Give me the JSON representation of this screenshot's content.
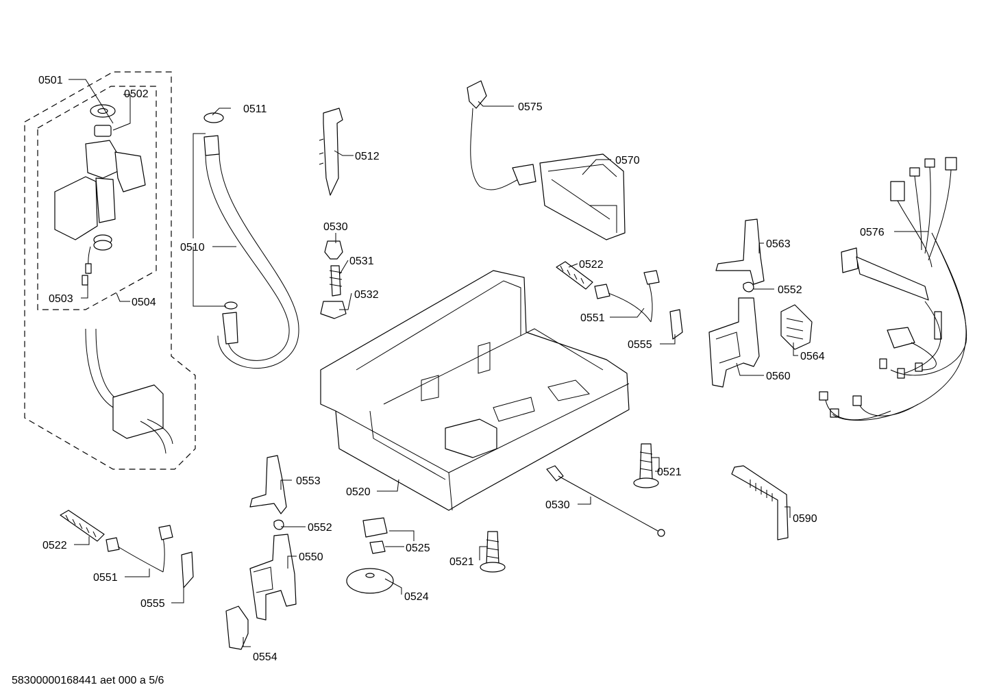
{
  "labels": {
    "l0501": "0501",
    "l0502": "0502",
    "l0503": "0503",
    "l0504": "0504",
    "l0510": "0510",
    "l0511": "0511",
    "l0512": "0512",
    "l0530a": "0530",
    "l0531": "0531",
    "l0532": "0532",
    "l0575": "0575",
    "l0570": "0570",
    "l0522a": "0522",
    "l0551a": "0551",
    "l0555a": "0555",
    "l0563": "0563",
    "l0552a": "0552",
    "l0564": "0564",
    "l0560": "0560",
    "l0576": "0576",
    "l0520": "0520",
    "l0553": "0553",
    "l0552b": "0552",
    "l0550": "0550",
    "l0554": "0554",
    "l0522b": "0522",
    "l0551b": "0551",
    "l0555b": "0555",
    "l0525": "0525",
    "l0524": "0524",
    "l0521a": "0521",
    "l0521b": "0521",
    "l0530b": "0530",
    "l0590": "0590"
  },
  "footer": "58300000168441 aet 000 a 5/6"
}
